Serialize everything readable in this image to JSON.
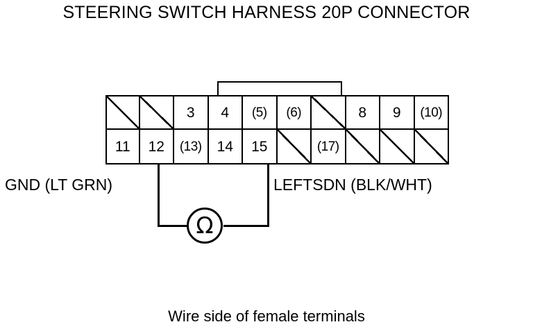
{
  "diagram": {
    "title": "STEERING SWITCH HARNESS 20P CONNECTOR",
    "caption": "Wire side of female terminals",
    "labels": {
      "left": "GND (LT GRN)",
      "right": "LEFTSDN (BLK/WHT)"
    },
    "meter": {
      "symbol": "Ω",
      "type": "ohmmeter"
    },
    "connector": {
      "pin_count": "20P",
      "columns": 10,
      "rows": 2,
      "top_row": [
        {
          "label": "",
          "used": false
        },
        {
          "label": "",
          "used": false
        },
        {
          "label": "3",
          "used": true
        },
        {
          "label": "4",
          "used": true
        },
        {
          "label": "(5)",
          "used": true
        },
        {
          "label": "(6)",
          "used": true
        },
        {
          "label": "",
          "used": false
        },
        {
          "label": "8",
          "used": true
        },
        {
          "label": "9",
          "used": true
        },
        {
          "label": "(10)",
          "used": true
        }
      ],
      "bottom_row": [
        {
          "label": "11",
          "used": true
        },
        {
          "label": "12",
          "used": true
        },
        {
          "label": "(13)",
          "used": true
        },
        {
          "label": "14",
          "used": true
        },
        {
          "label": "15",
          "used": true
        },
        {
          "label": "",
          "used": false
        },
        {
          "label": "(17)",
          "used": true
        },
        {
          "label": "",
          "used": false
        },
        {
          "label": "",
          "used": false
        },
        {
          "label": "",
          "used": false
        }
      ]
    },
    "colors": {
      "line": "#000000",
      "background": "#ffffff"
    }
  }
}
